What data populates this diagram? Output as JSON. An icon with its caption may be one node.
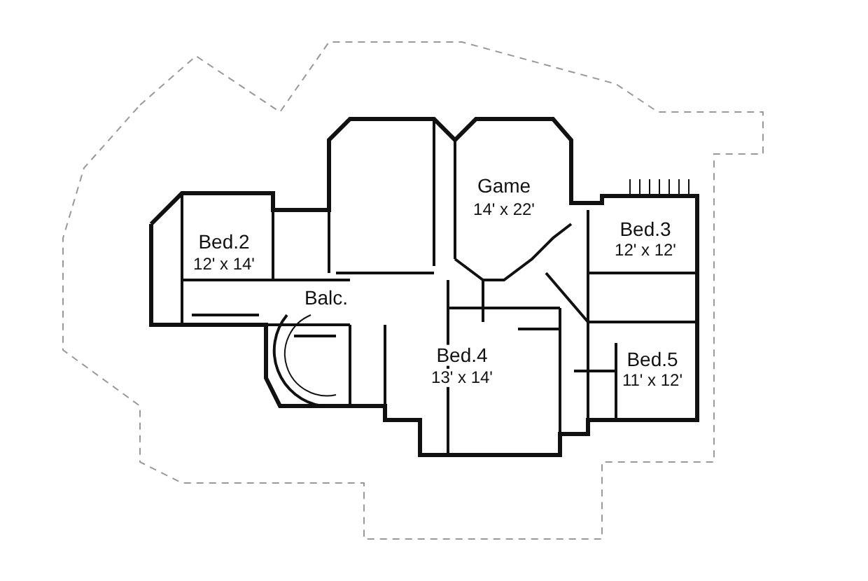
{
  "diagram": {
    "labels": [
      "Game",
      "14' x 22'",
      "Bed.2",
      "12' x 14'",
      "Bed.3",
      "12' x 12'",
      "Balc.",
      "Bed.5",
      "11' x 12'",
      "Bed.4",
      "13' x 14'"
    ]
  }
}
